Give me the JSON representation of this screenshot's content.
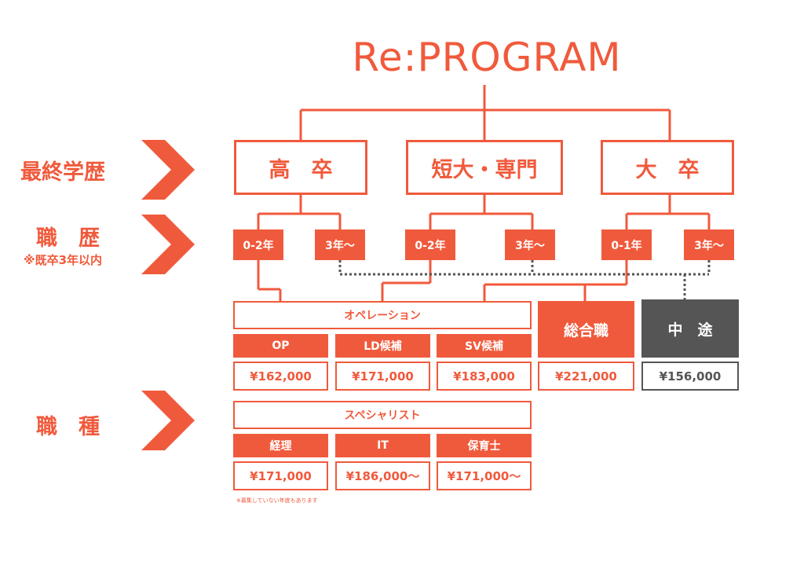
{
  "title": "Re:PROGRAM",
  "colors": {
    "accent": "#f05a3c",
    "grey": "#555555",
    "background": "#ffffff"
  },
  "row_labels": {
    "education": "最終学歴",
    "career": "職　歴",
    "career_note": "※既卒3年以内",
    "job_type": "職　種"
  },
  "education": [
    {
      "label": "高　卒"
    },
    {
      "label": "短大・専門"
    },
    {
      "label": "大　卒"
    }
  ],
  "career_tags": [
    "0-2年",
    "3年〜",
    "0-2年",
    "3年〜",
    "0-1年",
    "3年〜"
  ],
  "operation": {
    "header": "オペレーション",
    "roles": [
      {
        "name": "OP",
        "salary": "¥162,000"
      },
      {
        "name": "LD候補",
        "salary": "¥171,000"
      },
      {
        "name": "SV候補",
        "salary": "¥183,000"
      }
    ]
  },
  "general": {
    "name": "総合職",
    "salary": "¥221,000"
  },
  "midcareer": {
    "name": "中　途",
    "salary": "¥156,000"
  },
  "specialist": {
    "header": "スペシャリスト",
    "roles": [
      {
        "name": "経理",
        "salary": "¥171,000"
      },
      {
        "name": "IT",
        "salary": "¥186,000〜"
      },
      {
        "name": "保育士",
        "salary": "¥171,000〜"
      }
    ]
  },
  "footnote": "※募集していない年度もあります"
}
